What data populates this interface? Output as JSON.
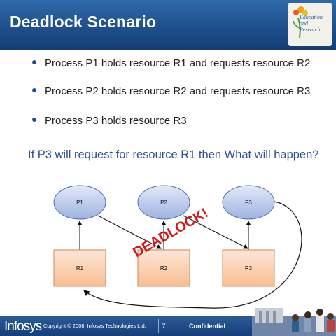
{
  "slide": {
    "title": "Deadlock Scenario",
    "logo_lines": [
      "Education",
      "and",
      "Research"
    ],
    "bullets": [
      "Process P1 holds resource R1 and requests resource R2",
      "Process P2 holds resource R2 and requests resource R3",
      "Process P3 holds resource R3"
    ],
    "question": "If P3 will request for resource R1 then What will happen?"
  },
  "diagram": {
    "processes": [
      "P1",
      "P2",
      "P3"
    ],
    "resources": [
      "R1",
      "R2",
      "R3"
    ],
    "stamp": "DEADLOCK!"
  },
  "footer": {
    "brand": "Infosys",
    "copyright": "Copyright © 2008, Infosys Technologies Ltd.",
    "page": "7",
    "label": "Confidential"
  },
  "colors": {
    "header_blue": "#1f4f8c",
    "question_text": "#2e4f92",
    "stamp_red": "#d01818",
    "process_fill": "#b9c8ec",
    "resource_fill": "#fbd2b4"
  }
}
